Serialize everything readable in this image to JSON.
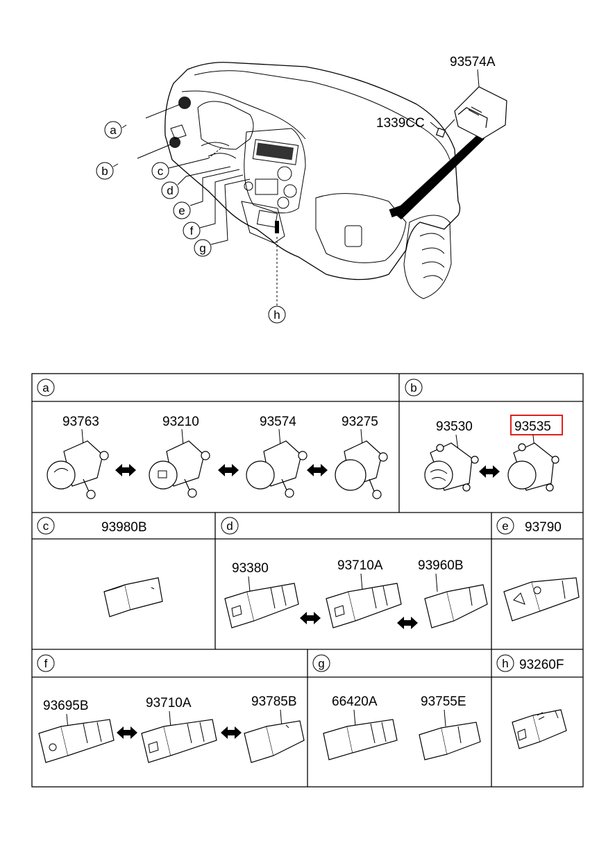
{
  "overview": {
    "top_label": "93574A",
    "bolt_label": "1339CC",
    "callouts": [
      "a",
      "b",
      "c",
      "d",
      "e",
      "f",
      "g",
      "h"
    ]
  },
  "sections": {
    "a": {
      "letter": "a",
      "title": "",
      "parts": [
        "93763",
        "93210",
        "93574",
        "93275"
      ]
    },
    "b": {
      "letter": "b",
      "title": "",
      "parts": [
        "93530",
        "93535"
      ],
      "highlighted": "93535",
      "highlight_color": "#e0201c"
    },
    "c": {
      "letter": "c",
      "title": "93980B",
      "parts": []
    },
    "d": {
      "letter": "d",
      "title": "",
      "parts": [
        "93380",
        "93710A",
        "93960B"
      ]
    },
    "e": {
      "letter": "e",
      "title": "93790",
      "parts": []
    },
    "f": {
      "letter": "f",
      "title": "",
      "parts": [
        "93695B",
        "93710A",
        "93785B"
      ]
    },
    "g": {
      "letter": "g",
      "title": "",
      "parts": [
        "66420A",
        "93755E"
      ]
    },
    "h": {
      "letter": "h",
      "title": "93260F",
      "parts": []
    }
  }
}
